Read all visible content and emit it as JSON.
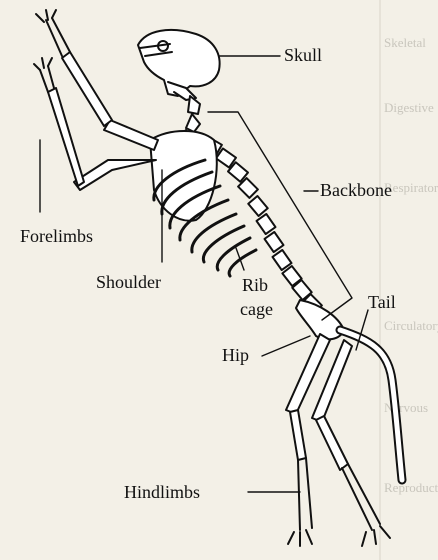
{
  "diagram": {
    "labels": {
      "skull": "Skull",
      "backbone": "Backbone",
      "forelimbs": "Forelimbs",
      "shoulder": "Shoulder",
      "rib": "Rib",
      "cage": "cage",
      "tail": "Tail",
      "hip": "Hip",
      "hindlimbs": "Hindlimbs"
    },
    "background_table": {
      "rows": [
        "Skeletal",
        "Digestive",
        "Respiratory",
        "Circulatory",
        "Nervous",
        "Reproductive"
      ]
    },
    "colors": {
      "ink": "#111111",
      "paper": "#f3f0e7",
      "faded": "#c9c6bd"
    }
  }
}
